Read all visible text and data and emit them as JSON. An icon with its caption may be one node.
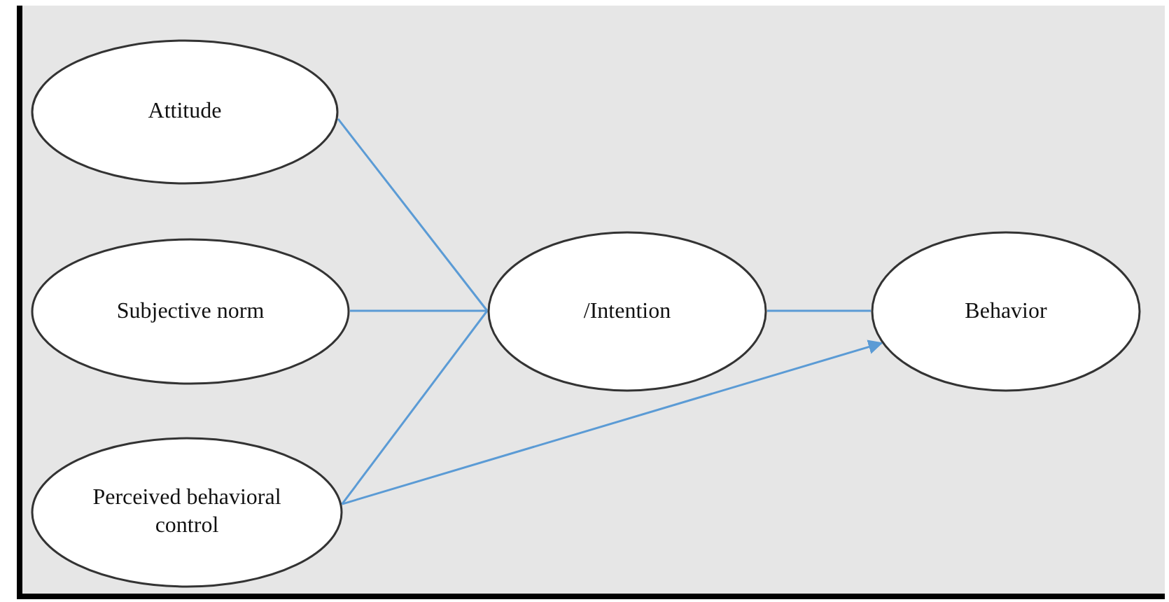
{
  "diagram": {
    "nodes": [
      {
        "text": [
          "Attitude"
        ]
      },
      {
        "text": [
          "Subjective norm"
        ]
      },
      {
        "text": [
          "Perceived behavioral control"
        ]
      },
      {
        "text": [
          "/Intention"
        ]
      },
      {
        "text": [
          "Behavior"
        ]
      }
    ],
    "edges": [
      {
        "from": 0,
        "to": 3,
        "arrow": "none"
      },
      {
        "from": 1,
        "to": 3,
        "arrow": "none"
      },
      {
        "from": 2,
        "to": 3,
        "arrow": "none"
      },
      {
        "from": 3,
        "to": 4,
        "arrow": "none"
      },
      {
        "from": 2,
        "to": 4,
        "arrow": "to"
      }
    ]
  }
}
